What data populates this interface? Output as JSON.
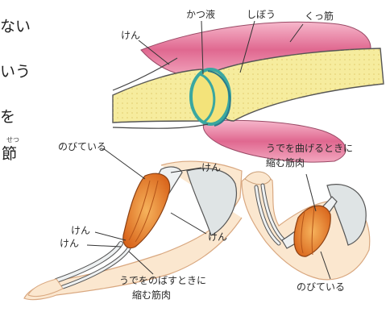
{
  "left_text": {
    "line1": "ない",
    "line2": "いう",
    "line3": "を",
    "line4_ruby": "せつ",
    "line4": "節"
  },
  "joint_labels": {
    "synovial_fluid": "かつ液",
    "bursa": "しぼう",
    "flexor": "くっ筋",
    "tendon": "けん"
  },
  "arm_labels": {
    "stretching": "のびている",
    "tendon_top": "けん",
    "tendon_mid_left": "けん",
    "tendon_lower_left": "けん",
    "tendon_mid_right": "けん",
    "extend_caption_line1": "うでをのばすときに",
    "extend_caption_line2": "縮む筋肉"
  },
  "bent_arm_labels": {
    "bend_caption_line1": "うでを曲げるときに",
    "bend_caption_line2": "縮む筋肉",
    "stretching": "のびている"
  },
  "colors": {
    "bone": "#f3e8a0",
    "bone_dark": "#e4cd5a",
    "muscle": "#e8892a",
    "muscle_light": "#f4b060",
    "pink_muscle": "#e9789c",
    "pink_light": "#f8c4d2",
    "cartilage": "#3aa7a0",
    "skin": "#f8e2c8",
    "grey_bone": "#dfe3e4"
  }
}
